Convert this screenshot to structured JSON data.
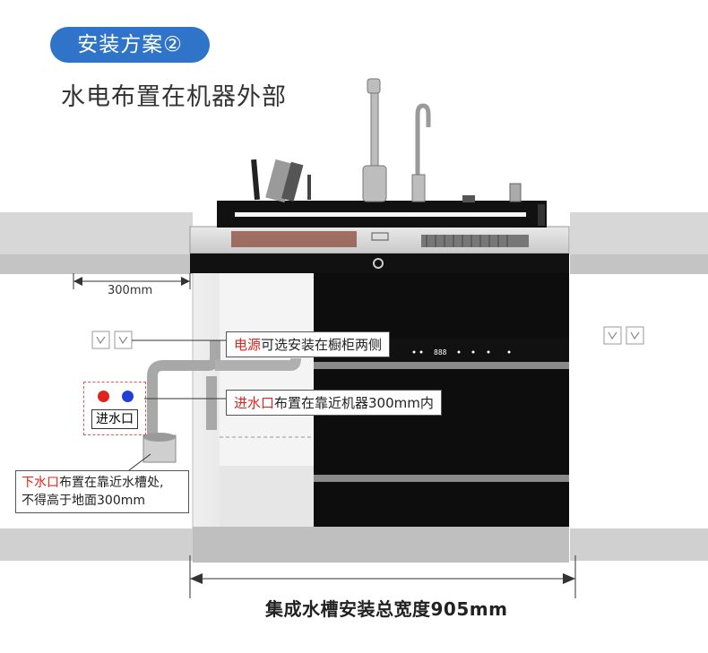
{
  "badge": {
    "text": "安装方案②"
  },
  "heading": "水电布置在机器外部",
  "dimensions": {
    "side_gap": "300mm",
    "total_width": "集成水槽安装总宽度905mm"
  },
  "callouts": {
    "power": {
      "highlight": "电源",
      "rest": "可选安装在橱柜两侧"
    },
    "inlet": {
      "highlight": "进水口",
      "rest": "布置在靠近机器300mm内"
    },
    "drain": {
      "highlight": "下水口",
      "rest_line1": "布置在靠近水槽处,",
      "line2": "不得高于地面300mm"
    }
  },
  "inlet_label": "进水口",
  "display_readout": "888",
  "colors": {
    "accent": "#2f74c8",
    "highlight": "#e0231c",
    "hot": "#e0231c",
    "cold": "#1f3fd6"
  }
}
